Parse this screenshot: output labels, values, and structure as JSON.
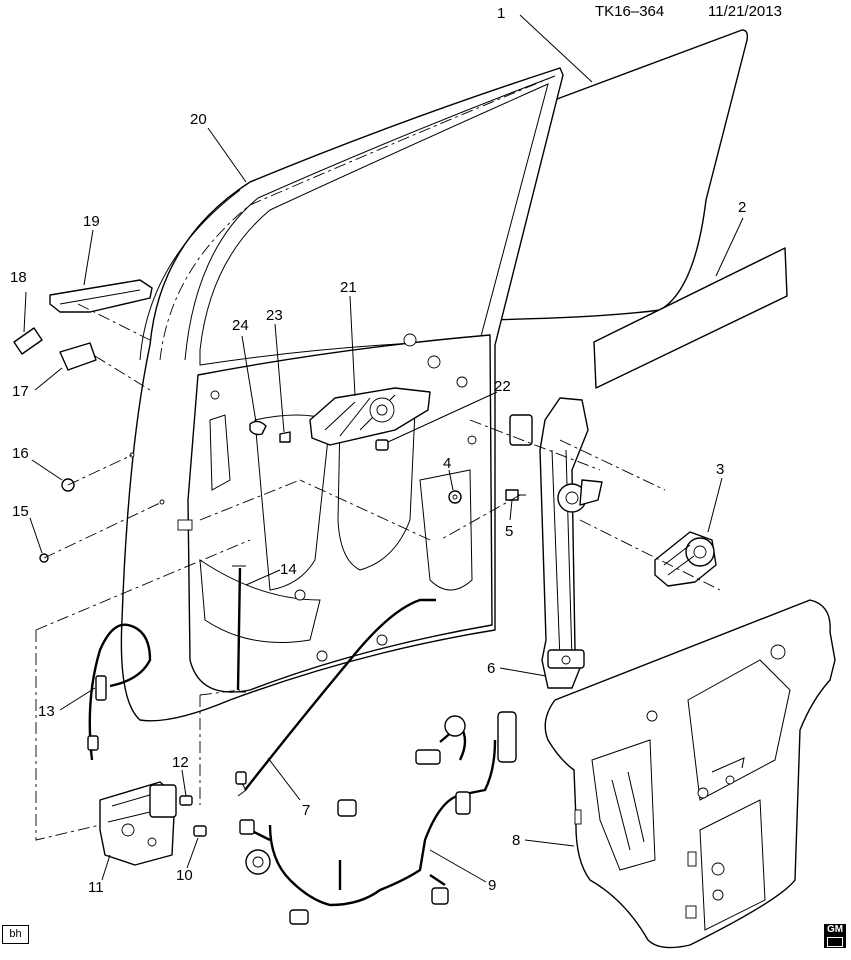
{
  "header": {
    "ref_code": "TK16–364",
    "date": "11/21/2013"
  },
  "callouts": [
    "1",
    "2",
    "3",
    "4",
    "5",
    "6",
    "7",
    "8",
    "9",
    "10",
    "11",
    "12",
    "13",
    "14",
    "15",
    "16",
    "17",
    "18",
    "19",
    "20",
    "21",
    "22",
    "23",
    "24"
  ],
  "footer": {
    "initials": "bh",
    "logo_text": "GM"
  }
}
